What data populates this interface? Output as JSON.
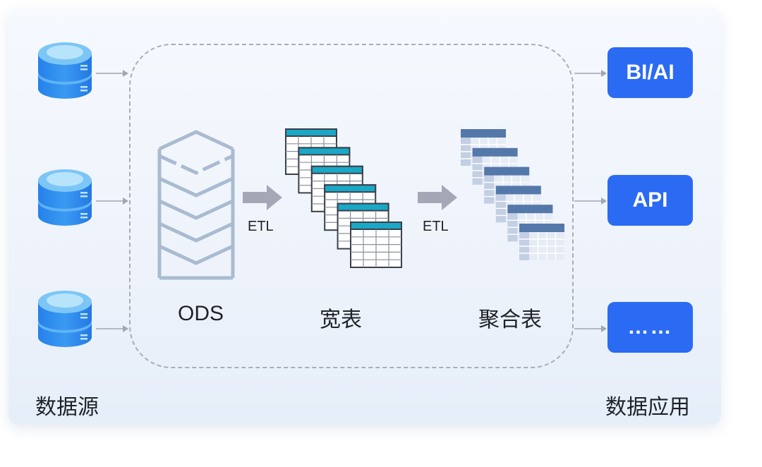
{
  "sources": {
    "label": "数据源"
  },
  "stages": {
    "ods": {
      "label": "ODS"
    },
    "wide": {
      "label": "宽表"
    },
    "agg": {
      "label": "聚合表"
    },
    "etl1": {
      "label": "ETL"
    },
    "etl2": {
      "label": "ETL"
    }
  },
  "applications": {
    "label": "数据应用",
    "items": [
      {
        "label": "BI/AI"
      },
      {
        "label": "API"
      },
      {
        "label": "……"
      }
    ]
  },
  "colors": {
    "accent": "#2b6bf3",
    "cylinder": "#2f8cf0",
    "cylinder_top": "#8fd0f6",
    "ods_outline": "#a9bbd0",
    "wide_header": "#1aa8c6",
    "agg_header": "#5578aa",
    "arrow": "#a4a8b6"
  },
  "icons": {
    "source": "database-icon",
    "ods": "stacked-layers-icon",
    "wide": "table-stack-icon",
    "agg": "aggregated-table-stack-icon",
    "etl": "right-arrow-icon"
  }
}
